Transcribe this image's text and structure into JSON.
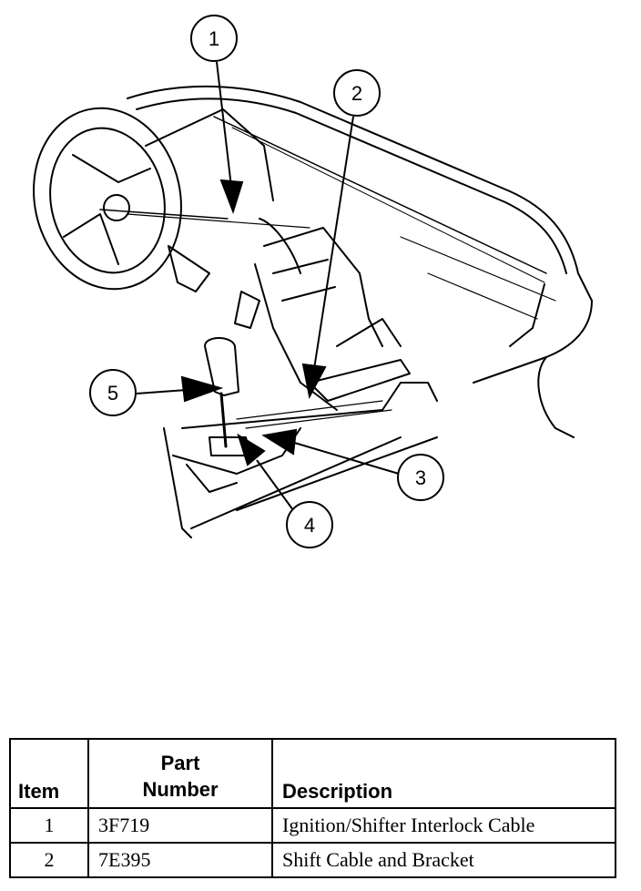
{
  "callouts": [
    {
      "label": "1"
    },
    {
      "label": "2"
    },
    {
      "label": "3"
    },
    {
      "label": "4"
    },
    {
      "label": "5"
    }
  ],
  "table": {
    "headers": {
      "item": "Item",
      "part_line1": "Part",
      "part_line2": "Number",
      "description": "Description"
    },
    "rows": [
      {
        "item": "1",
        "part_number": "3F719",
        "description": "Ignition/Shifter Interlock Cable"
      },
      {
        "item": "2",
        "part_number": "7E395",
        "description": "Shift Cable and Bracket"
      }
    ]
  }
}
